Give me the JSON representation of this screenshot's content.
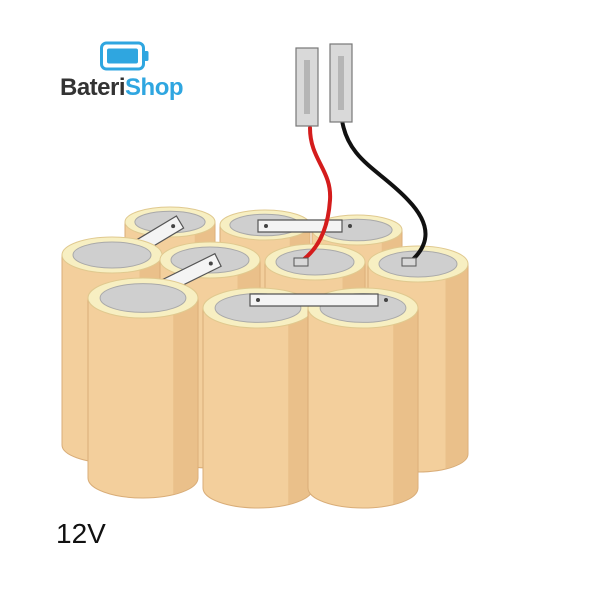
{
  "logo": {
    "name_part1": "Bateri",
    "name_part2": "Shop",
    "icon": "battery-icon",
    "colors": {
      "text_dark": "#333333",
      "accent": "#2fa6e0"
    }
  },
  "voltage_label": "12V",
  "battery_pack": {
    "cell_count": 10,
    "wire_colors": {
      "positive": "#d41c1c",
      "negative": "#111111"
    },
    "cell_colors": {
      "body": "#f3cf9c",
      "shadow": "#e2b57b",
      "terminal": "#cfcfcf",
      "ring": "#f7efc2"
    }
  }
}
